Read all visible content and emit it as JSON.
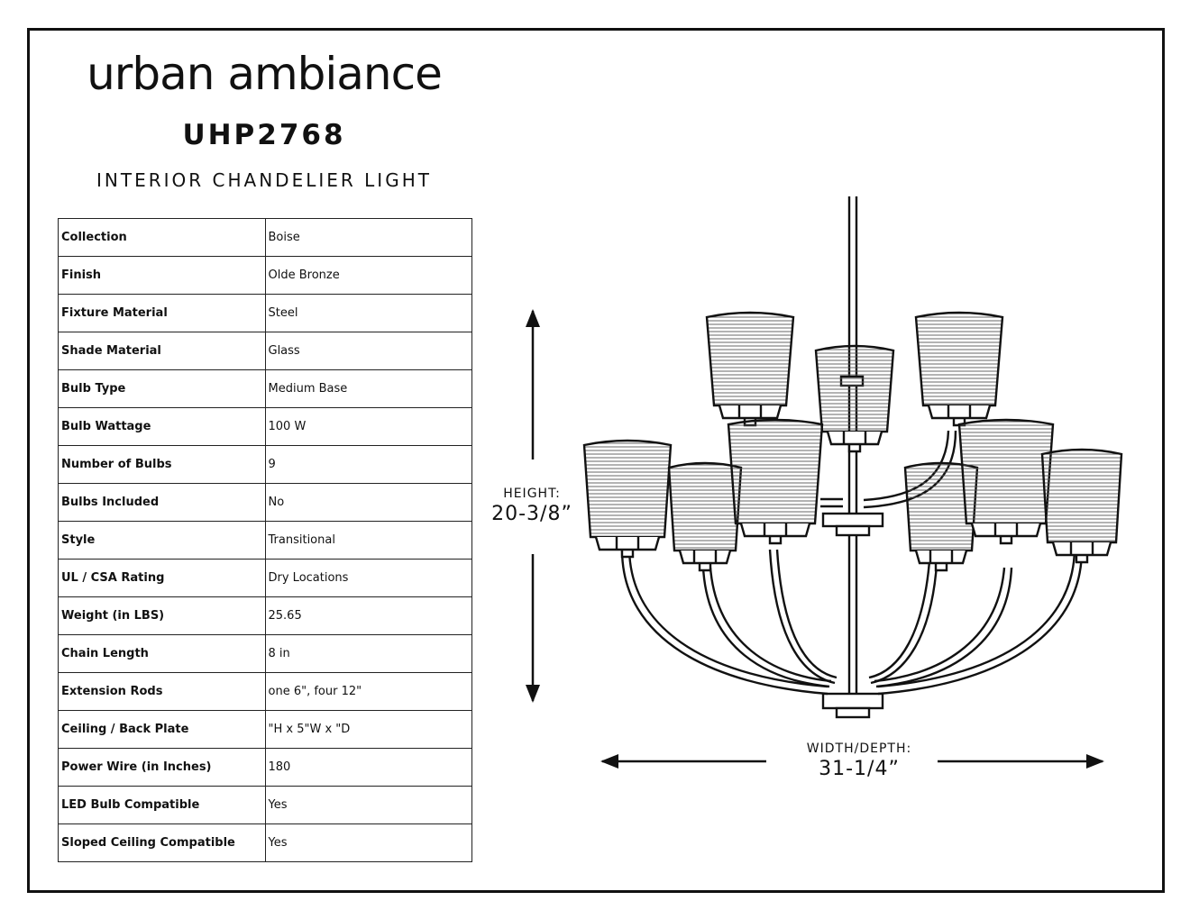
{
  "brand": "urban ambiance",
  "model": "UHP2768",
  "product_type": "INTERIOR CHANDELIER LIGHT",
  "specs": [
    {
      "label": "Collection",
      "value": "Boise"
    },
    {
      "label": "Finish",
      "value": "Olde Bronze"
    },
    {
      "label": "Fixture Material",
      "value": "Steel"
    },
    {
      "label": "Shade Material",
      "value": "Glass"
    },
    {
      "label": "Bulb Type",
      "value": "Medium Base"
    },
    {
      "label": "Bulb Wattage",
      "value": "100 W"
    },
    {
      "label": "Number of Bulbs",
      "value": "9"
    },
    {
      "label": "Bulbs Included",
      "value": "No"
    },
    {
      "label": "Style",
      "value": "Transitional"
    },
    {
      "label": "UL / CSA Rating",
      "value": "Dry Locations"
    },
    {
      "label": "Weight (in LBS)",
      "value": "25.65"
    },
    {
      "label": "Chain Length",
      "value": "8 in"
    },
    {
      "label": "Extension Rods",
      "value": "one 6\", four 12\""
    },
    {
      "label": "Ceiling / Back Plate",
      "value": "\"H x 5\"W x \"D"
    },
    {
      "label": "Power Wire (in Inches)",
      "value": "180"
    },
    {
      "label": "LED Bulb Compatible",
      "value": "Yes"
    },
    {
      "label": "Sloped Ceiling Compatible",
      "value": "Yes"
    }
  ],
  "dimensions": {
    "height_caption": "HEIGHT:",
    "height_value": "20-3/8”",
    "width_caption": "WIDTH/DEPTH:",
    "width_value": "31-1/4”"
  },
  "colors": {
    "line": "#111111",
    "background": "#ffffff"
  }
}
